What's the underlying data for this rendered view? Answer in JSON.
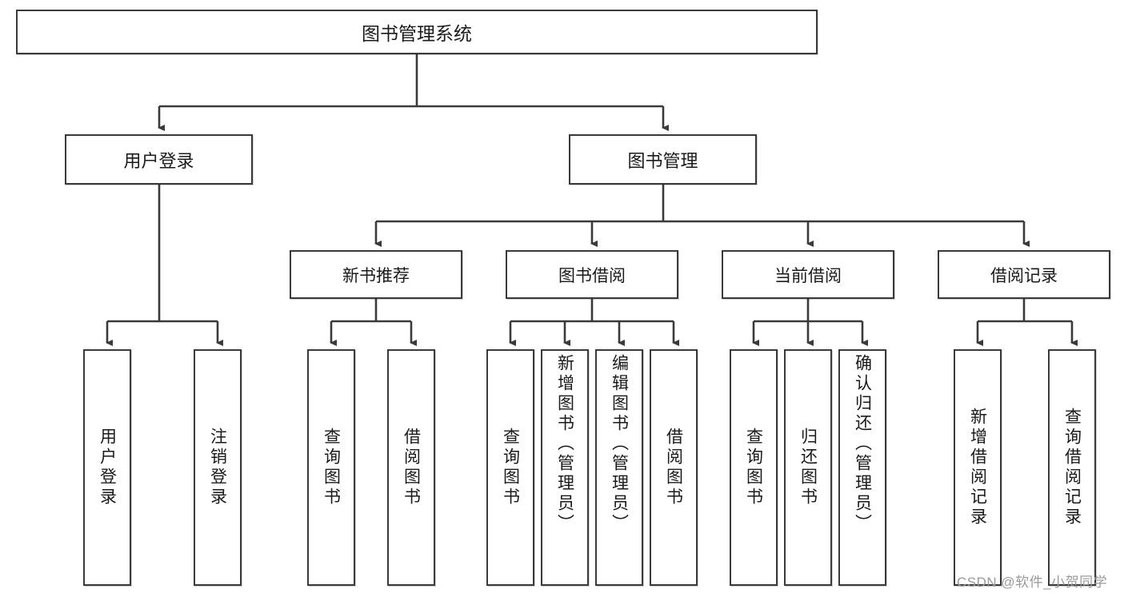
{
  "diagram": {
    "title": "图书管理系统",
    "type": "hierarchy-tree",
    "colors": {
      "stroke": "#3a3a3a",
      "fill": "#ffffff",
      "text": "#1a1a1a",
      "watermark": "#9a9a9a"
    },
    "root": {
      "label": "图书管理系统"
    },
    "level2": [
      {
        "label": "用户登录"
      },
      {
        "label": "图书管理"
      }
    ],
    "level3": [
      {
        "label": "新书推荐"
      },
      {
        "label": "图书借阅"
      },
      {
        "label": "当前借阅"
      },
      {
        "label": "借阅记录"
      }
    ],
    "leaves": {
      "user_login": [
        {
          "label": "用户登录"
        },
        {
          "label": "注销登录"
        }
      ],
      "new_book_recommend": [
        {
          "label": "查询图书"
        },
        {
          "label": "借阅图书"
        }
      ],
      "book_borrow": [
        {
          "label": "查询图书"
        },
        {
          "label": "新增图书（管理员）"
        },
        {
          "label": "编辑图书（管理员）"
        },
        {
          "label": "借阅图书"
        }
      ],
      "current_borrow": [
        {
          "label": "查询图书"
        },
        {
          "label": "归还图书"
        },
        {
          "label": "确认归还（管理员）"
        }
      ],
      "borrow_record": [
        {
          "label": "新增借阅记录"
        },
        {
          "label": "查询借阅记录"
        }
      ]
    }
  },
  "watermark": {
    "text": "CSDN @软件_小贺同学"
  }
}
